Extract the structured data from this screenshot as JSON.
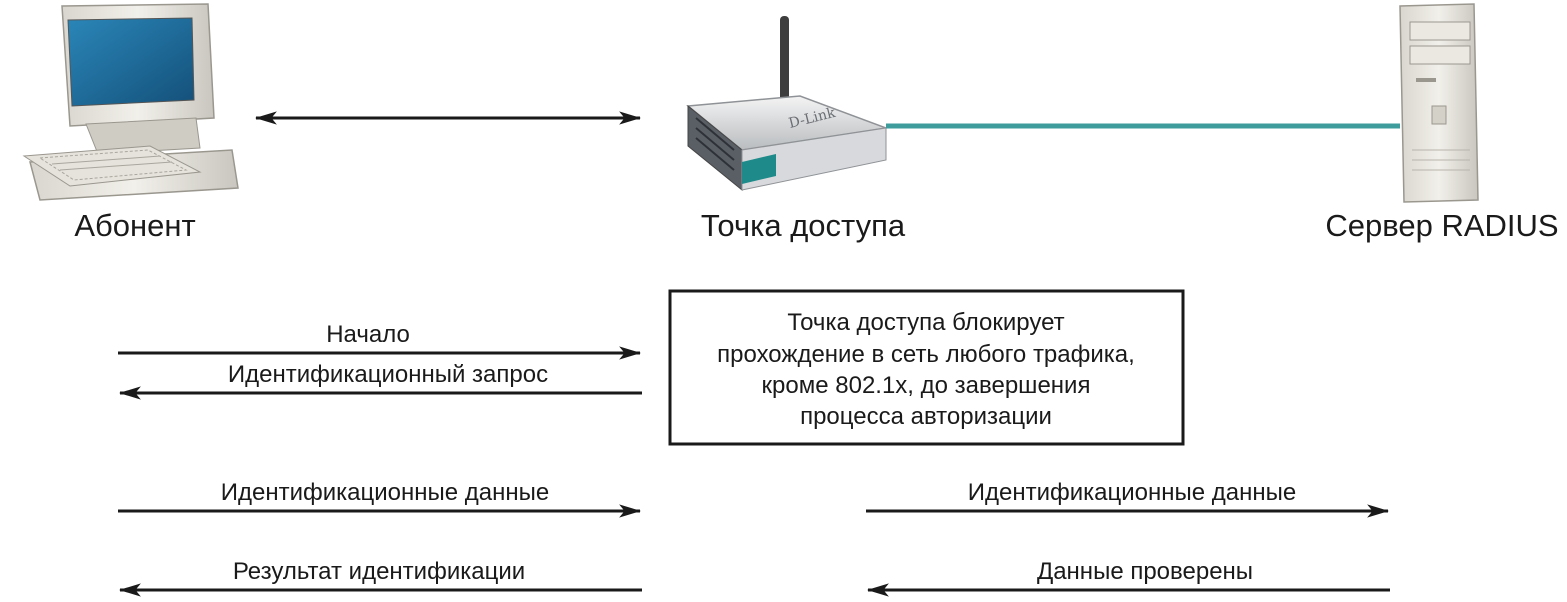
{
  "nodes": {
    "subscriber": {
      "label": "Абонент",
      "icon": "desktop-computer-icon"
    },
    "access_point": {
      "label": "Точка доступа",
      "icon": "wireless-router-icon",
      "brand": "D-Link"
    },
    "radius_server": {
      "label": "Сервер RADIUS",
      "icon": "tower-server-icon"
    }
  },
  "note": {
    "lines": [
      "Точка доступа блокирует",
      "прохождение в сеть любого трафика,",
      "кроме 802.1x, до завершения",
      "процесса авторизации"
    ]
  },
  "messages": {
    "start": "Начало",
    "id_request": "Идентификационный запрос",
    "id_data_left": "Идентификационные данные",
    "id_result": "Результат идентификации",
    "id_data_right": "Идентификационные данные",
    "data_verified": "Данные проверены"
  },
  "colors": {
    "arrow": "#1a1a1a",
    "cable": "#3f9c9c",
    "router_accent": "#1e8a8a",
    "screen": "#1e6ea0"
  }
}
